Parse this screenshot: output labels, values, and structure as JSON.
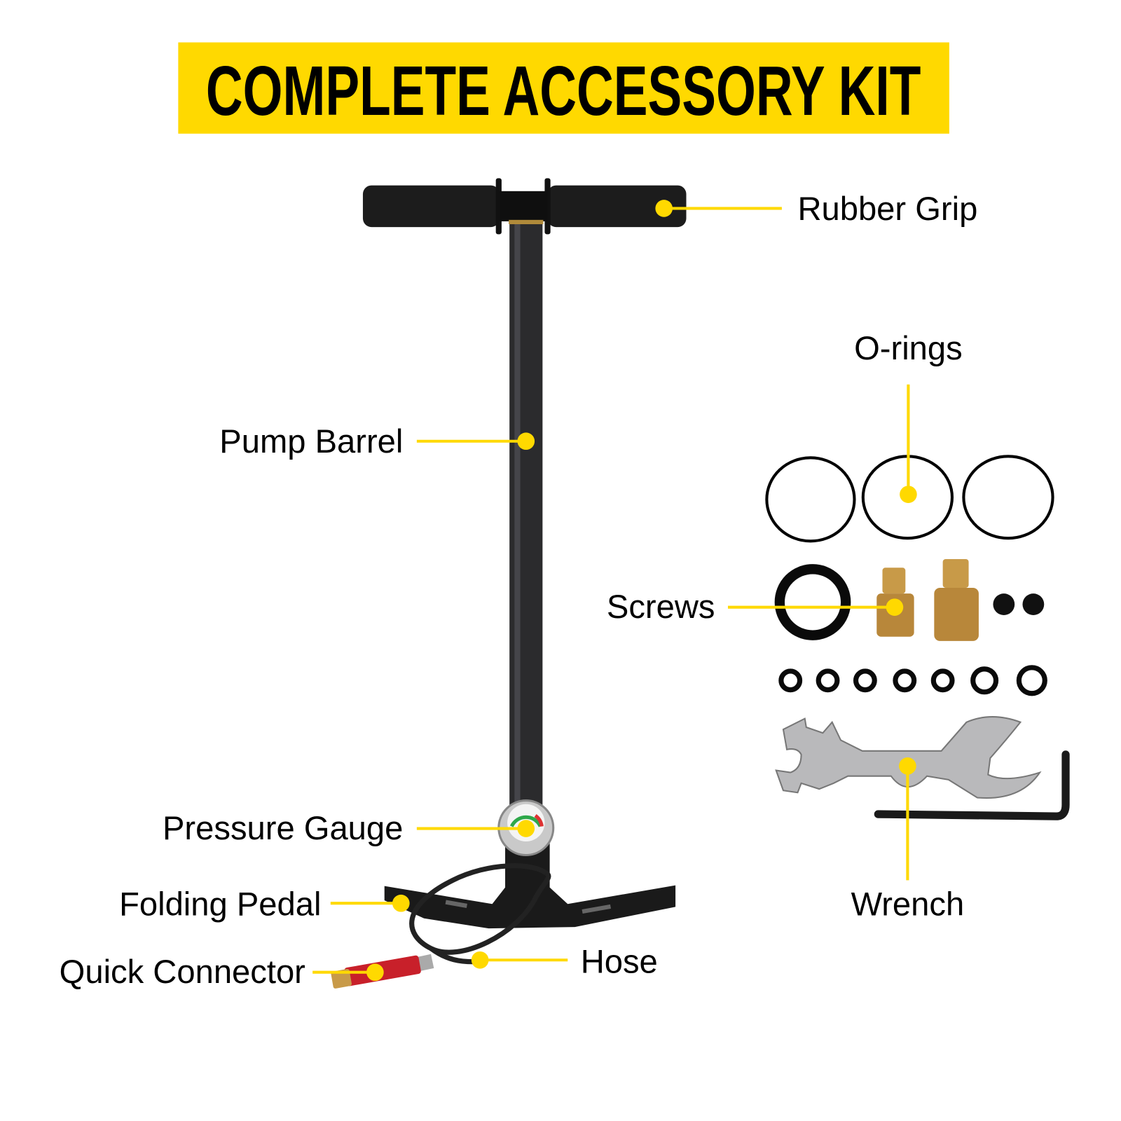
{
  "title": "COMPLETE ACCESSORY KIT",
  "colors": {
    "accent": "#FFD900",
    "text": "#000000",
    "connector": "#C8202A",
    "brass": "#C89A48"
  },
  "labels": {
    "rubber_grip": "Rubber Grip",
    "o_rings": "O-rings",
    "pump_barrel": "Pump Barrel",
    "screws": "Screws",
    "pressure_gauge": "Pressure Gauge",
    "folding_pedal": "Folding Pedal",
    "quick_connector": "Quick Connector",
    "hose": "Hose",
    "wrench": "Wrench"
  }
}
